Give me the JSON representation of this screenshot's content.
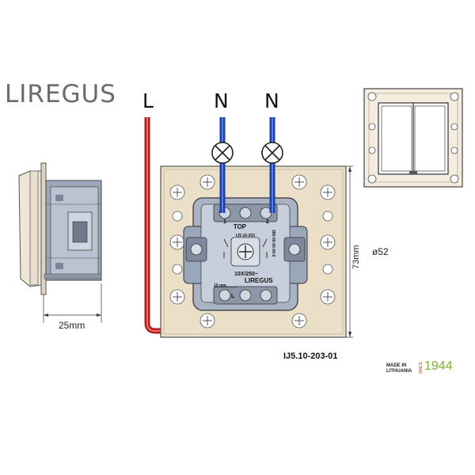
{
  "brand": {
    "logo_text": "LIREGUS"
  },
  "wires": {
    "live": "L",
    "neutral_1": "N",
    "neutral_2": "N"
  },
  "dimensions": {
    "depth": "25mm",
    "height": "73mm",
    "diameter": "ø52"
  },
  "mechanism": {
    "top_label": "TOP",
    "model_on_body": "IJ5 10-203",
    "rating": "10X/250~",
    "brand_on_body": "LIREGUS",
    "side_code": "380-00-00-00-0",
    "terminal_numbers": [
      "1",
      "2"
    ],
    "strip_length": "10 mm",
    "terminal_l": "L"
  },
  "model_number": "IJ5.10-203-01",
  "made_in": {
    "line1": "MADE IN",
    "line2": "LITHUANIA",
    "since": "SINCE",
    "year": "1944"
  },
  "colors": {
    "live_wire": "#b71c1c",
    "neutral_wire": "#1a3fa8",
    "plate": "#ecdfc8",
    "mechanism": "#a8b4c6",
    "year": "#7fb032"
  }
}
